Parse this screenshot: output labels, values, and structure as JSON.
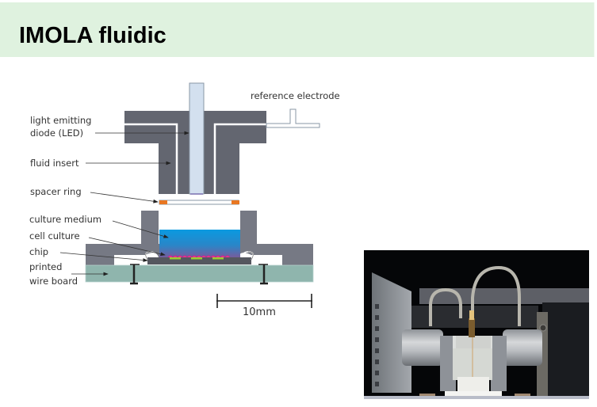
{
  "slide": {
    "title": "IMOLA fluidic",
    "title_band_color": "#dff2df"
  },
  "diagram": {
    "labels": {
      "led": [
        "light emitting",
        "diode (LED)"
      ],
      "reference_electrode": "reference electrode",
      "fluid_insert": "fluid insert",
      "spacer_ring": "spacer ring",
      "culture_medium": "culture medium",
      "cell_culture": "cell culture",
      "chip": "chip",
      "printed_wire_board": [
        "printed",
        "wire board"
      ]
    },
    "scale_bar": {
      "label": "10mm"
    },
    "colors": {
      "housing": "#636670",
      "led_rod": "#d3e0ef",
      "spacer_ring_accent": "#e87722",
      "medium_top": "#0a9ae0",
      "medium_bottom": "#7a5a9a",
      "board": "#8fb5ad",
      "cells": "#e8369a",
      "electrodes": "#9acd32"
    }
  },
  "photo": {
    "subject": "IMOLA fluidic device photograph",
    "background": "#050608"
  }
}
